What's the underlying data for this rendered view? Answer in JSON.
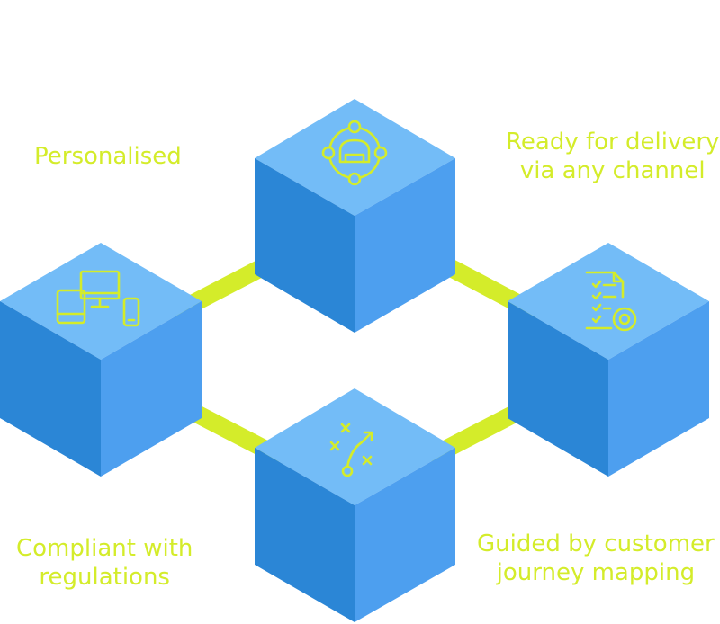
{
  "colors": {
    "cube_top": "#73bcf7",
    "cube_left": "#2b86d6",
    "cube_right": "#4d9fef",
    "connector": "#d4ec2a",
    "icon_stroke": "#d4ec2a",
    "label_text": "#d4ec2a"
  },
  "labels": {
    "personalised": "Personalised",
    "delivery_line1": "Ready for delivery",
    "delivery_line2": "via any channel",
    "compliant_line1": "Compliant with",
    "compliant_line2": "regulations",
    "guided_line1": "Guided by customer",
    "guided_line2": "journey mapping"
  },
  "icons": {
    "top_cube": "persona-target-icon",
    "left_cube": "multi-device-icon",
    "right_cube": "checklist-document-gear-icon",
    "bottom_cube": "strategy-play-icon"
  }
}
